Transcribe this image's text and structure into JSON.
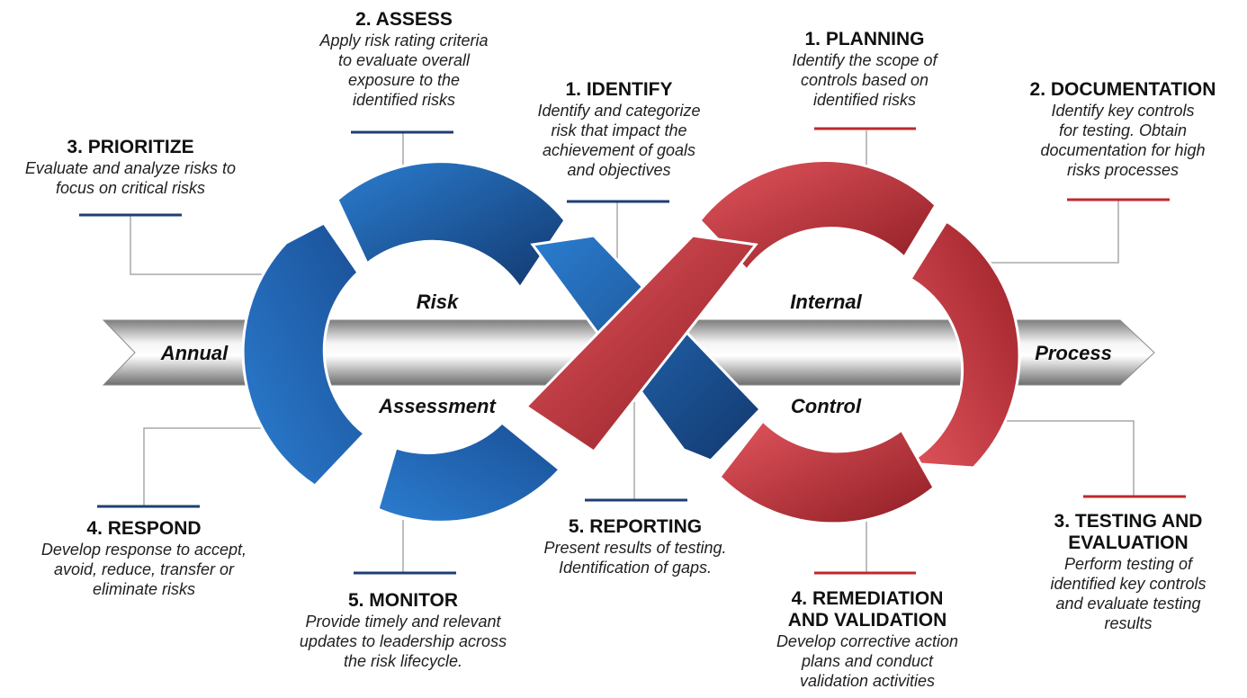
{
  "arrow": {
    "left_label": "Annual",
    "right_label": "Process"
  },
  "loops": {
    "risk": {
      "top_label": "Risk",
      "bottom_label": "Assessment",
      "color": "#1f63b0"
    },
    "control": {
      "top_label": "Internal",
      "bottom_label": "Control",
      "color": "#c3303a"
    }
  },
  "risk_steps": [
    {
      "id": "assess",
      "title": "2. ASSESS",
      "desc": "Apply risk rating criteria\nto evaluate overall\nexposure to the\nidentified risks"
    },
    {
      "id": "identify",
      "title": "1. IDENTIFY",
      "desc": "Identify and categorize\nrisk that impact the\nachievement of goals\nand objectives"
    },
    {
      "id": "prioritize",
      "title": "3. PRIORITIZE",
      "desc": "Evaluate and analyze risks to\nfocus on critical risks"
    },
    {
      "id": "respond",
      "title": "4. RESPOND",
      "desc": "Develop response to accept,\navoid, reduce, transfer or\neliminate risks"
    },
    {
      "id": "monitor",
      "title": "5. MONITOR",
      "desc": "Provide timely and relevant\nupdates to leadership across\nthe risk lifecycle."
    }
  ],
  "control_steps": [
    {
      "id": "planning",
      "title": "1. PLANNING",
      "desc": "Identify the scope of\ncontrols based on\nidentified risks"
    },
    {
      "id": "documentation",
      "title": "2. DOCUMENTATION",
      "desc": "Identify key controls\nfor testing. Obtain\ndocumentation for high\nrisks processes"
    },
    {
      "id": "testing",
      "title": "3. TESTING AND\nEVALUATION",
      "desc": "Perform testing of\nidentified key controls\nand evaluate testing\nresults"
    },
    {
      "id": "remediation",
      "title": "4. REMEDIATION\nAND VALIDATION",
      "desc": "Develop corrective action\nplans and conduct\nvalidation activities"
    },
    {
      "id": "reporting",
      "title": "5. REPORTING",
      "desc": "Present results of testing.\nIdentification of gaps."
    }
  ]
}
